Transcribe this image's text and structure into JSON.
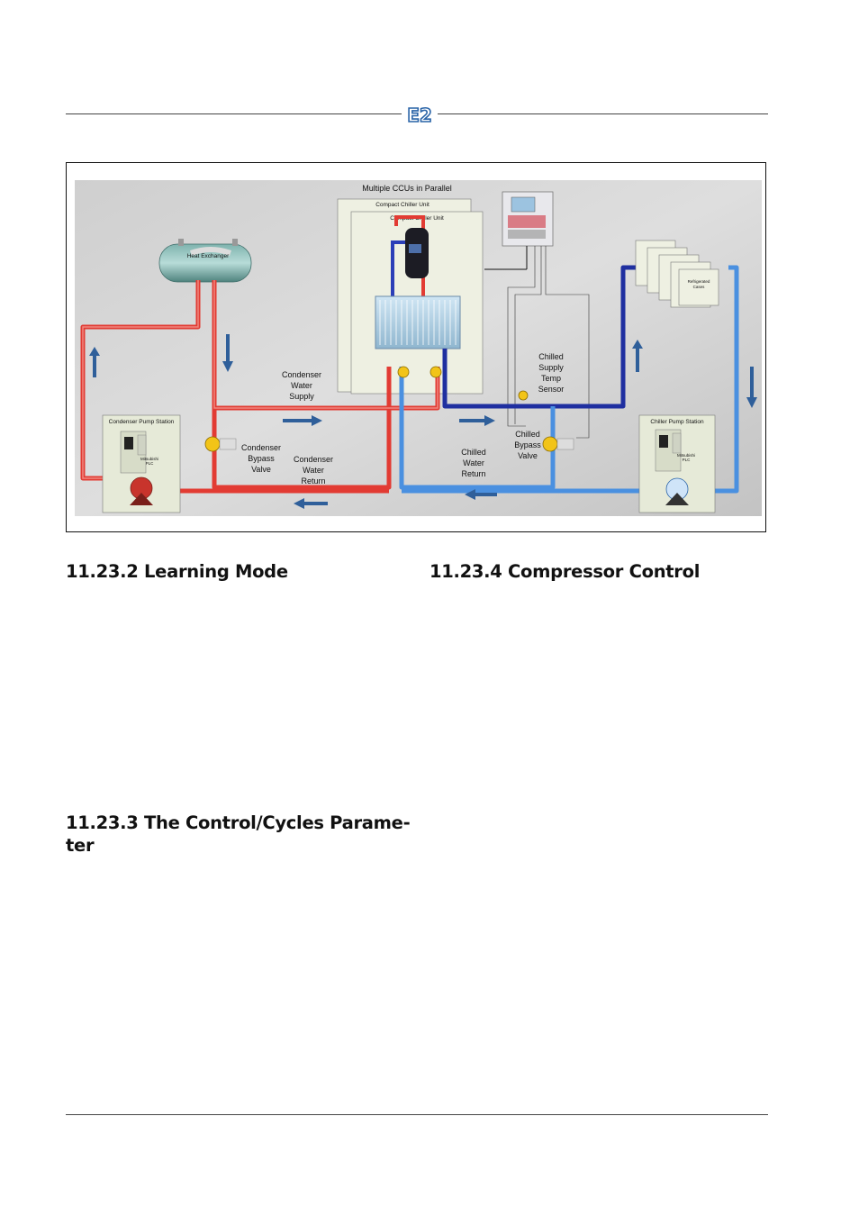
{
  "header": {
    "logo_text": "E2"
  },
  "figure": {
    "title": "Multiple CCUs in Parallel",
    "ccu_back_label": "Compact Chiller Unit",
    "ccu_front_label": "Compact Chiller Unit",
    "heat_exchanger_label": "Heat Exchanger",
    "condenser_pump_station_label": "Condenser Pump Station",
    "chiller_pump_station_label": "Chiller Pump Station",
    "condenser_plc_label_1": "Mitsubishi",
    "condenser_plc_label_2": "PLC",
    "chiller_plc_label_1": "Mitsubishi",
    "chiller_plc_label_2": "PLC",
    "refrigerated_cases_label_1": "Refrigerated",
    "refrigerated_cases_label_2": "Cases",
    "condenser_water_supply": [
      "Condenser",
      "Water",
      "Supply"
    ],
    "condenser_bypass_valve": [
      "Condenser",
      "Bypass",
      "Valve"
    ],
    "condenser_water_return": [
      "Condenser",
      "Water",
      "Return"
    ],
    "chilled_supply_temp_sensor": [
      "Chilled",
      "Supply",
      "Temp",
      "Sensor"
    ],
    "chilled_bypass_valve": [
      "Chilled",
      "Bypass",
      "Valve"
    ],
    "chilled_water_return": [
      "Chilled",
      "Water",
      "Return"
    ],
    "colors": {
      "hot_pipe": "#e23b33",
      "cold_pipe": "#4a90e0",
      "chilled_supply_pipe": "#1f2fa0",
      "arrow": "#2f5f9a",
      "panel_bg": "#c9c9c9"
    }
  },
  "sections": {
    "learning_mode": "11.23.2  Learning Mode",
    "control_cycles": "11.23.3  The Control/Cycles Parame-",
    "control_cycles_cont": "ter",
    "compressor_control": "11.23.4  Compressor Control"
  }
}
